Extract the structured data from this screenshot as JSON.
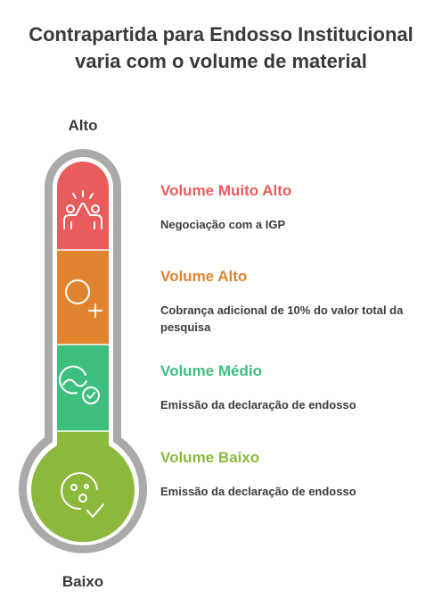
{
  "title_line1": "Contrapartida para Endosso Institucional",
  "title_line2": "varia com o volume de material",
  "scale": {
    "top": "Alto",
    "bottom": "Baixo"
  },
  "levels": [
    {
      "title": "Volume Muito Alto",
      "description": "Negociação com a IGP",
      "color": "#e85c5c",
      "icon": "high-five-icon"
    },
    {
      "title": "Volume Alto",
      "description": "Cobrança adicional de 10% do valor total da pesquisa",
      "color": "#e0842f",
      "icon": "circle-plus-icon"
    },
    {
      "title": "Volume Médio",
      "description": "Emissão da declaração de endosso",
      "color": "#3fbf7f",
      "icon": "wave-check-icon"
    },
    {
      "title": "Volume Baixo",
      "description": "Emissão da declaração de endosso",
      "color": "#8cb83b",
      "icon": "bubbles-check-icon"
    }
  ],
  "thermometer_outline_color": "#aaaaaa"
}
